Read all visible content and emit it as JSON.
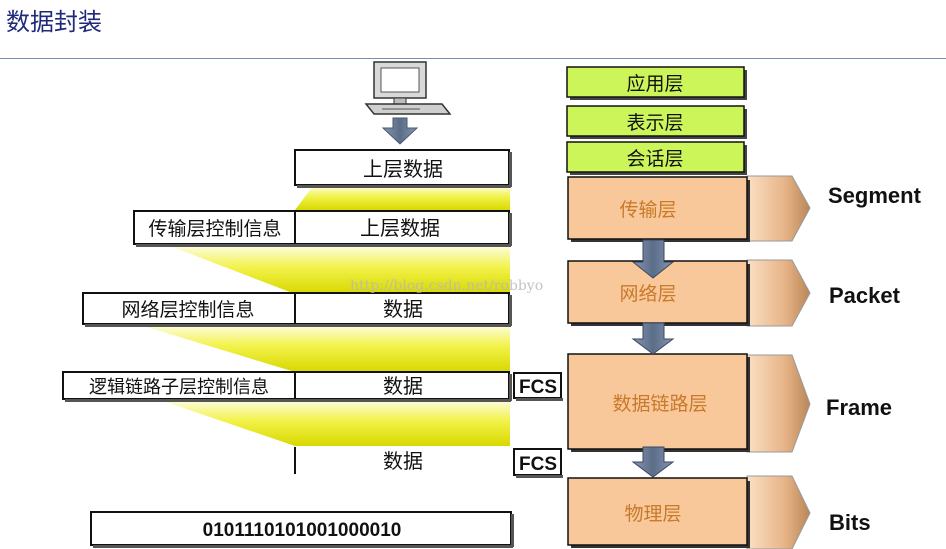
{
  "title": "数据封装",
  "watermark": "http://blog.csdn.net/robbyo",
  "stack": {
    "upper_data": "上层数据",
    "transport_header": "传输层控制信息",
    "network_header": "网络层控制信息",
    "data": "数据",
    "llc_header": "逻辑链路子层控制信息",
    "fcs": "FCS",
    "bits": "0101110101001000010"
  },
  "osi_layers": {
    "application": "应用层",
    "presentation": "表示层",
    "session": "会话层",
    "transport": "传输层",
    "network": "网络层",
    "datalink": "数据链路层",
    "physical": "物理层"
  },
  "pdu_labels": {
    "segment": "Segment",
    "packet": "Packet",
    "frame": "Frame",
    "bits": "Bits"
  },
  "colors": {
    "title": "#1f2a7a",
    "green_layer": "#ccf55a",
    "peach_layer": "#f9c89a",
    "peach_text": "#c87a2a",
    "yellow_funnel": "#e8e800",
    "arrow": "#6c7d98"
  }
}
